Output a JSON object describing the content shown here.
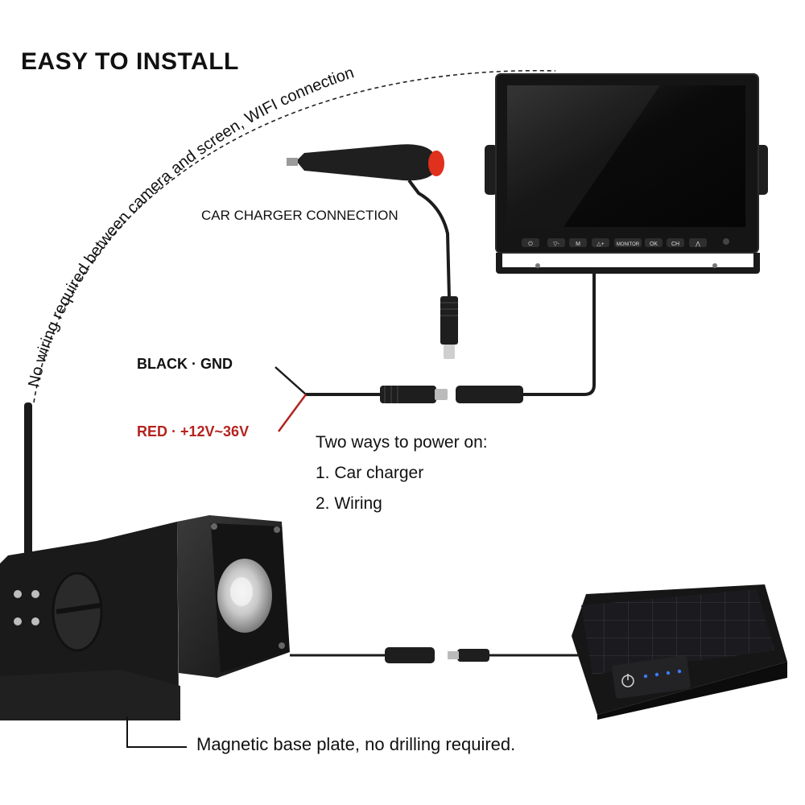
{
  "title": "EASY TO INSTALL",
  "wifi_note": "No wiring required between camera and screen, WIFI connection",
  "car_charger_label": "CAR CHARGER CONNECTION",
  "wire_black_label": "BLACK · GND",
  "wire_red_label": "RED · +12V~36V",
  "power": {
    "heading": "Two ways to power on:",
    "options": [
      "1. Car charger",
      "2. Wiring"
    ]
  },
  "base_note": "Magnetic base plate, no drilling required.",
  "monitor_buttons": [
    "⏻",
    "▽-",
    "M",
    "△+",
    "MONITOR",
    "OK",
    "CH",
    "⋀"
  ],
  "colors": {
    "text": "#111111",
    "red_wire": "#b3231f",
    "device_black": "#1a1a1a",
    "led_blue": "#3d7cff",
    "charger_tip": "#e0301e"
  },
  "icons": [
    "antenna-icon",
    "power-icon",
    "solar-panel-icon",
    "camera-lens-icon"
  ]
}
